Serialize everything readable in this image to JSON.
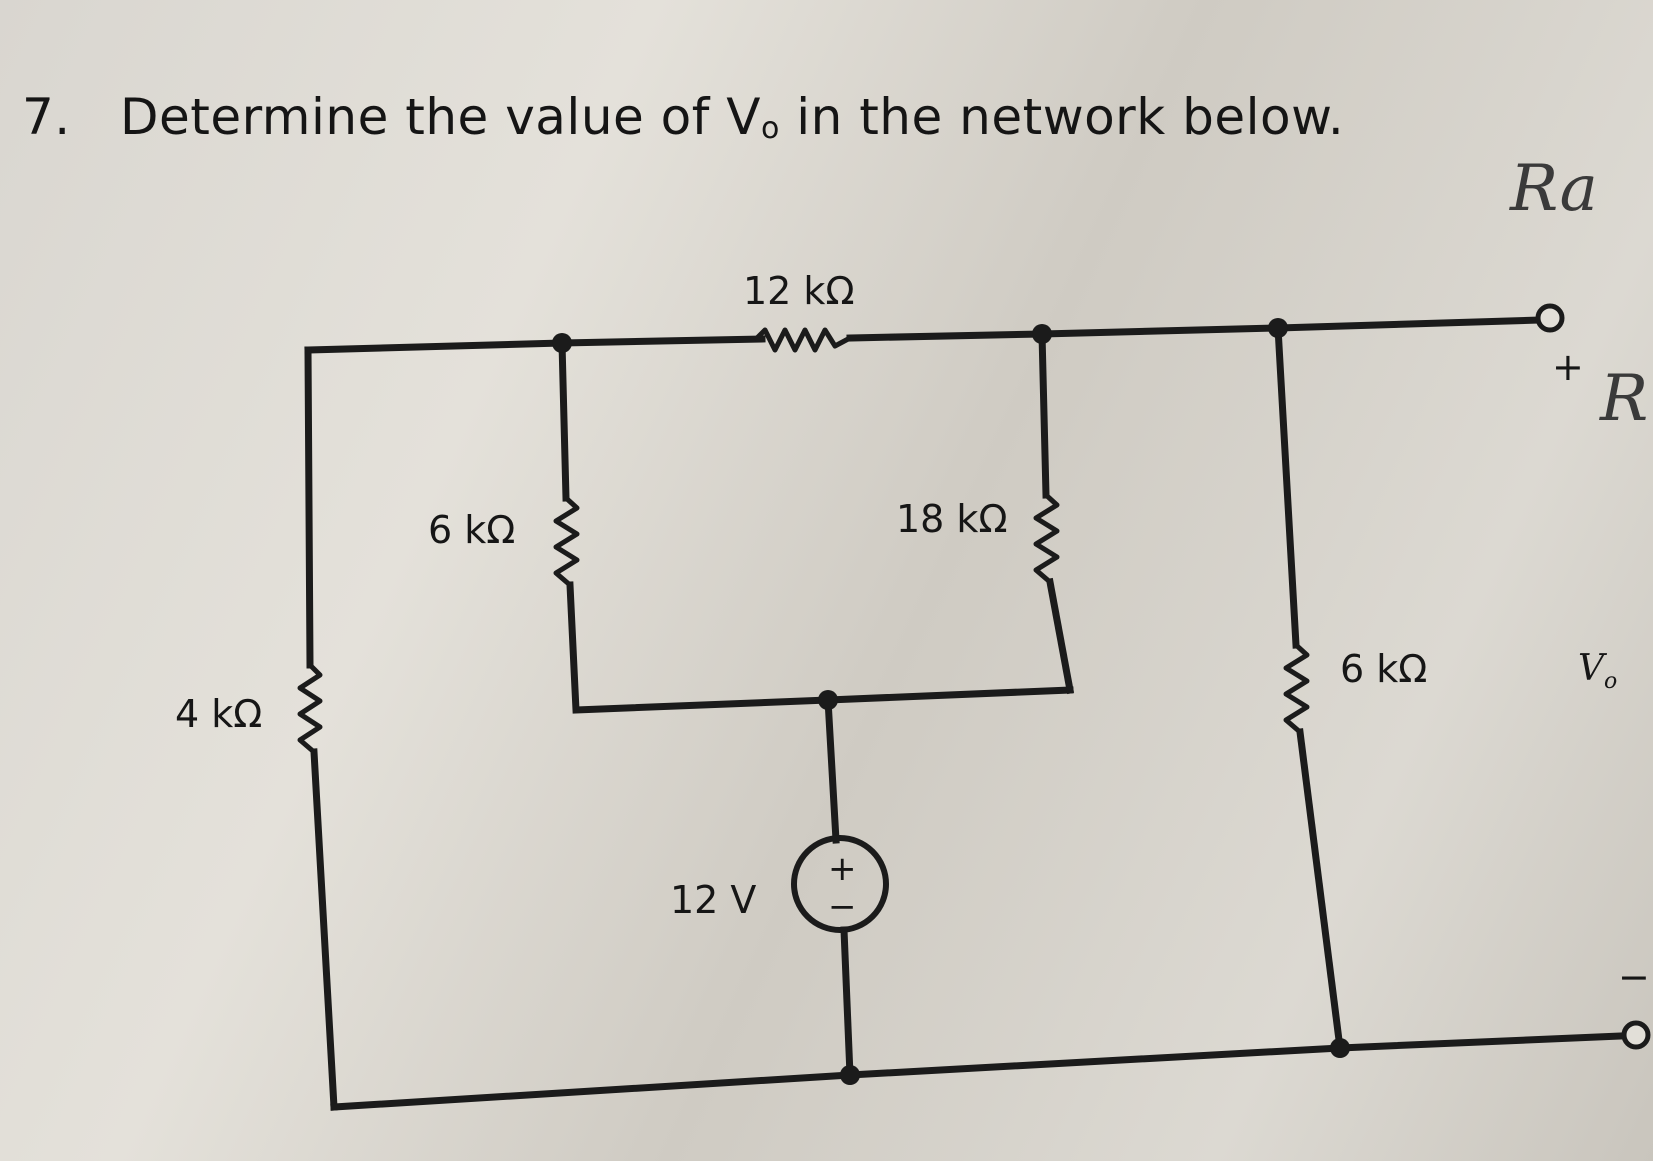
{
  "problem": {
    "number": "7.",
    "text_before": "Determine the value of V",
    "subscript": "o",
    "text_after": " in the network below."
  },
  "circuit": {
    "resistors": {
      "r_top": "12 kΩ",
      "r_left_inner": "6 kΩ",
      "r_right_inner": "18 kΩ",
      "r_left_outer": "4 kΩ",
      "r_output": "6 kΩ"
    },
    "source": {
      "label": "12 V",
      "plus": "+",
      "minus": "−"
    },
    "output": {
      "plus": "+",
      "minus": "−",
      "label": "V",
      "label_sub": "o"
    }
  },
  "handwriting": {
    "top_right": "Ra",
    "side": "R"
  }
}
